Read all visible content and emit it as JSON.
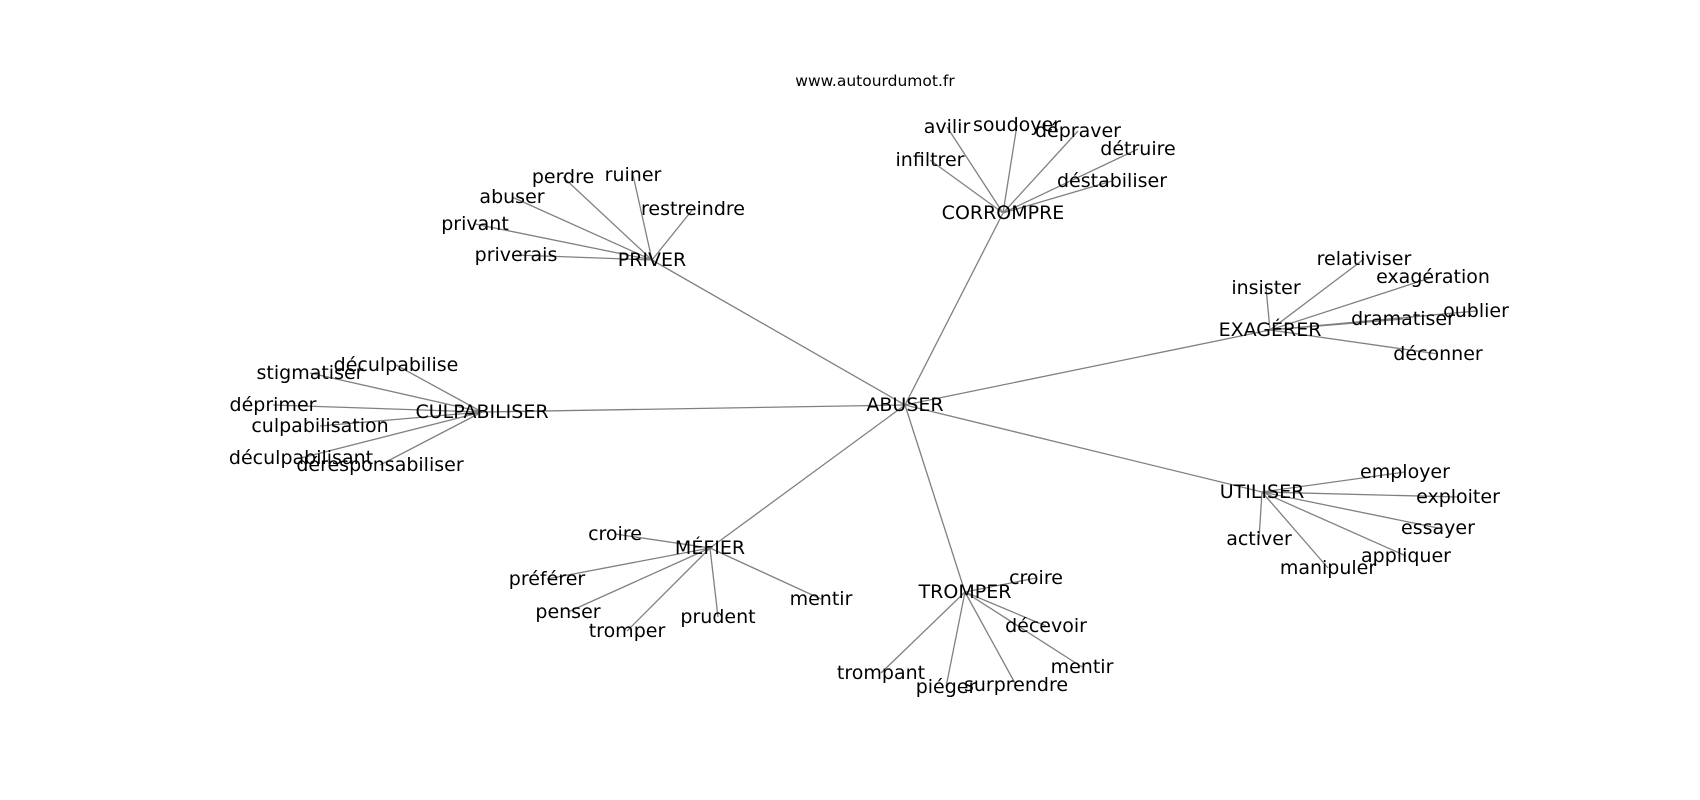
{
  "site": "www.autourdumot.fr",
  "center": "ABUSER",
  "clusters": [
    {
      "label": "PRIVER",
      "words": [
        "perdre",
        "ruiner",
        "restreindre",
        "abuser",
        "privant",
        "priverais"
      ]
    },
    {
      "label": "CORROMPRE",
      "words": [
        "avilir",
        "soudoyer",
        "dépraver",
        "détruire",
        "infiltrer",
        "déstabiliser"
      ]
    },
    {
      "label": "EXAGÉRER",
      "words": [
        "relativiser",
        "exagération",
        "insister",
        "oublier",
        "dramatiser",
        "déconner"
      ]
    },
    {
      "label": "CULPABILISER",
      "words": [
        "déculpabilise",
        "stigmatiser",
        "déprimer",
        "culpabilisation",
        "déculpabilisant",
        "déresponsabiliser"
      ]
    },
    {
      "label": "UTILISER",
      "words": [
        "employer",
        "exploiter",
        "essayer",
        "activer",
        "appliquer",
        "manipuler"
      ]
    },
    {
      "label": "MÉFIER",
      "words": [
        "croire",
        "préférer",
        "mentir",
        "penser",
        "prudent",
        "tromper"
      ]
    },
    {
      "label": "TROMPER",
      "words": [
        "croire",
        "décevoir",
        "mentir",
        "trompant",
        "surprendre",
        "piéger"
      ]
    }
  ]
}
